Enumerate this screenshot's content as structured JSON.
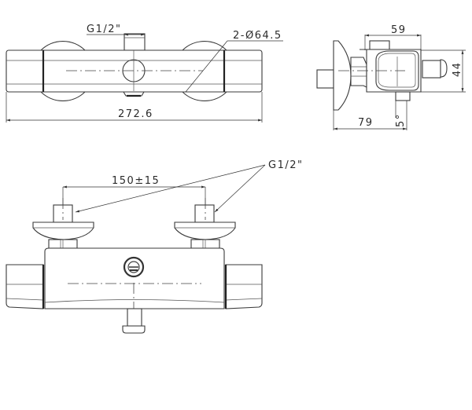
{
  "title": "Thermostatic shower mixer technical drawing",
  "views": {
    "top_view": {
      "inlet_label": "G1/2\"",
      "escutcheon_label": "2-Ø64.5",
      "overall_length": "272.6"
    },
    "side_view": {
      "depth_top": "59",
      "height": "44",
      "depth_bottom": "79",
      "angle": "5°"
    },
    "front_view": {
      "inlet_label": "G1/2\"",
      "centre_distance": "150±15"
    }
  },
  "colors": {
    "line": "#3a3a3a",
    "background": "#ffffff"
  }
}
